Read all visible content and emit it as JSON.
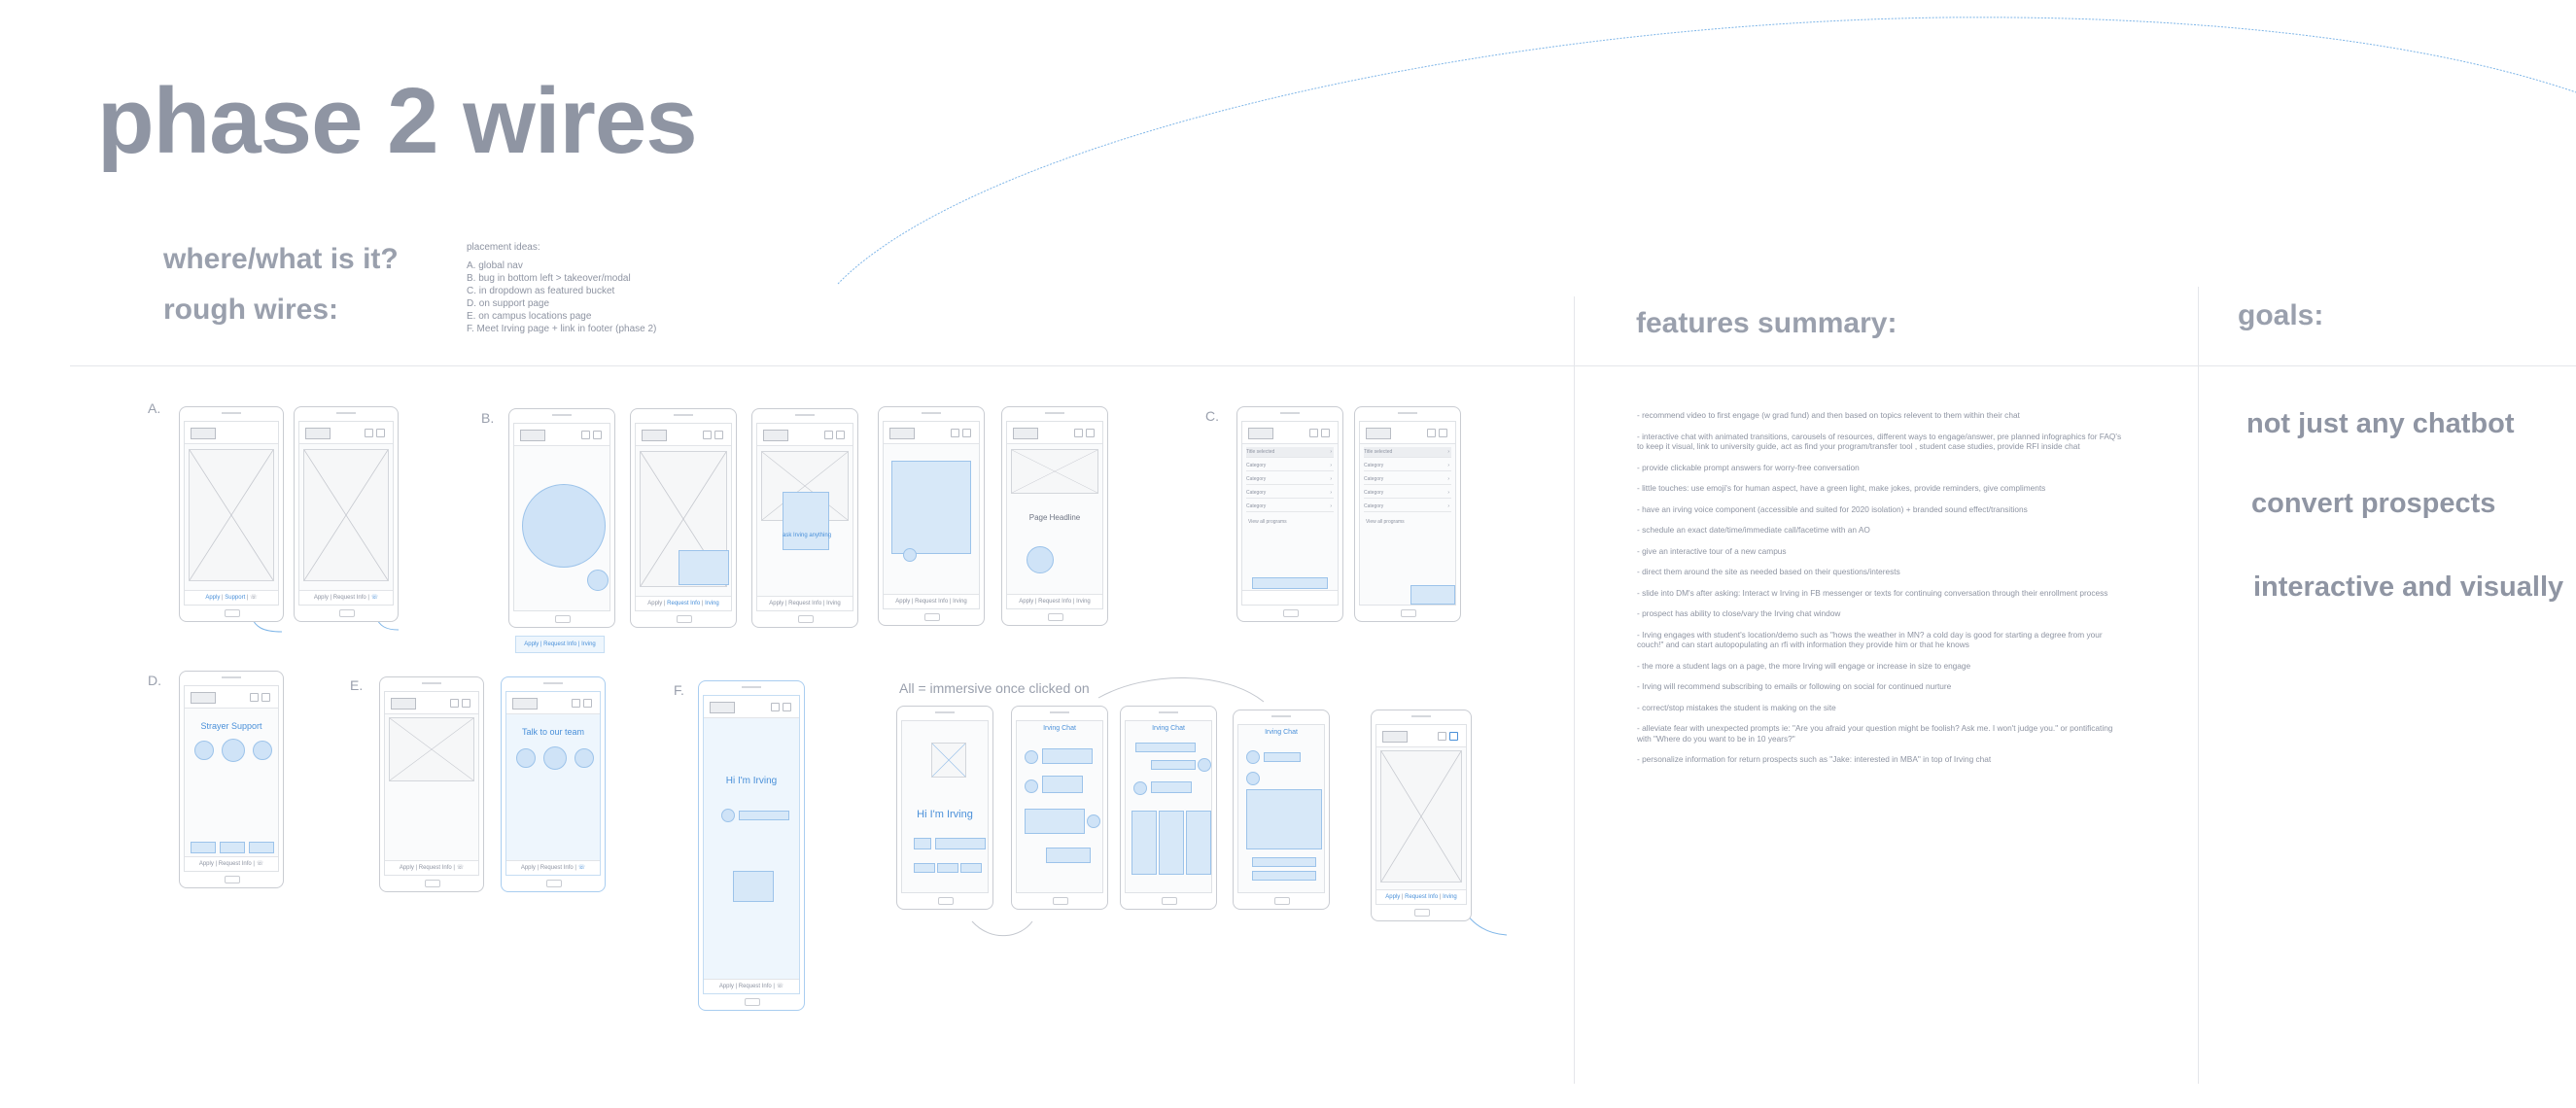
{
  "title": "phase 2 wires",
  "left_headings": {
    "where": "where/what is it?",
    "rough": "rough wires:"
  },
  "placement": {
    "title": "placement ideas:",
    "items": [
      "A. global nav",
      "B. bug in bottom left > takeover/modal",
      "C. in dropdown as featured bucket",
      "D. on support page",
      "E. on campus locations page",
      "F. Meet Irving page + link in footer (phase 2)"
    ]
  },
  "section_letters": [
    "A.",
    "B.",
    "C.",
    "D.",
    "E.",
    "F."
  ],
  "immersive_label": "All = immersive once clicked on",
  "wire_text": {
    "apply": "Apply",
    "support": "Support",
    "request_info": "Request Info",
    "irving": "Irving",
    "strayer_support": "Strayer Support",
    "talk_to_team": "Talk to our team",
    "hi_irving": "Hi I'm Irving",
    "irving_chat": "Irving Chat",
    "page_headline": "Page Headline",
    "ask_irving": "ask Irving anything",
    "category": "Category",
    "view_all": "View all programs",
    "title_selected": "Title selected"
  },
  "features_heading": "features summary:",
  "features": [
    "- recommend video to first engage (w grad fund) and then based on topics relevent to them within their chat",
    "- interactive chat with animated transitions, carousels of resources, different ways to engage/answer, pre planned infographics for FAQ's to keep it visual, link to university guide, act as find your program/transfer tool , student case studies, provide RFI inside chat",
    "- provide clickable prompt answers for worry-free conversation",
    "- little touches: use emoji's for human aspect, have a green light, make jokes, provide reminders, give compliments",
    "- have an irving voice component (accessible and suited for 2020 isolation) + branded sound effect/transitions",
    "- schedule an exact date/time/immediate call/facetime with an AO",
    "- give an interactive tour of a new campus",
    "- direct them around the site as needed based on their questions/interests",
    "- slide into DM's after asking: Interact w Irving in FB messenger or texts for continuing conversation through their enrollment process",
    "- prospect has ability to close/vary the Irving chat window",
    "- Irving engages with student's location/demo such as \"hows the weather in MN? a cold day is good for starting a degree from your couch!\" and can start autopopulating an rfi with information they provide him or that he knows",
    "- the more a student lags on a page, the more Irving will engage or increase in size to engage",
    "- Irving will recommend subscribing to emails or following on social for continued nurture",
    "- correct/stop mistakes the student is making on the site",
    "- alleviate fear with unexpected prompts ie: \"Are you afraid your question might be foolish? Ask me. I won't judge you.\" or pontificating with \"Where do you want to be in 10 years?\"",
    "- personalize information for return prospects such as \"Jake: interested in MBA\" in top of Irving chat"
  ],
  "goals_heading": "goals:",
  "goals": [
    "not just any chatbot",
    "convert prospects",
    "interactive and visually"
  ],
  "colors": {
    "heading_gray": "#8f95a3",
    "accent_blue": "#4a90d9",
    "light_blue_fill": "#d7e8f8"
  }
}
